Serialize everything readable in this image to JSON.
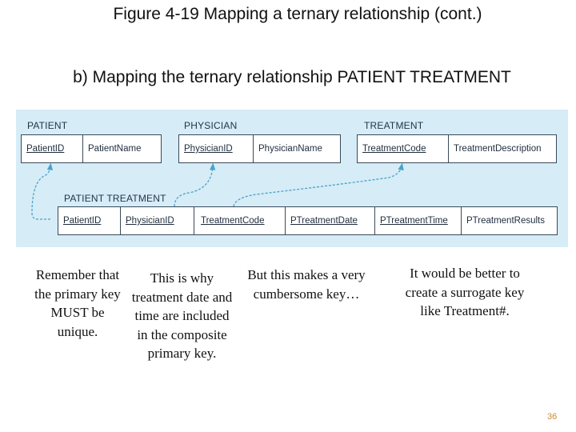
{
  "slide": {
    "title": "Figure 4-19 Mapping a ternary relationship (cont.)",
    "subtitle": "b) Mapping the ternary relationship PATIENT TREATMENT",
    "page_number": "36"
  },
  "diagram": {
    "patient": {
      "name": "PATIENT",
      "columns": [
        "PatientID",
        "PatientName"
      ]
    },
    "physician": {
      "name": "PHYSICIAN",
      "columns": [
        "PhysicianID",
        "PhysicianName"
      ]
    },
    "treatment": {
      "name": "TREATMENT",
      "columns": [
        "TreatmentCode",
        "TreatmentDescription"
      ]
    },
    "patient_treatment": {
      "name": "PATIENT TREATMENT",
      "columns": [
        "PatientID",
        "PhysicianID",
        "TreatmentCode",
        "PTreatmentDate",
        "PTreatmentTime",
        "PTreatmentResults"
      ]
    },
    "colors": {
      "panel": "#d6ecf7",
      "arrow": "#4aa3c7",
      "page_number": "#d08a2e"
    }
  },
  "notes": [
    "Remember that the primary key MUST be unique.",
    "This is why treatment date and time are included in the composite primary key.",
    "But this makes a very cumbersome key…",
    "It would be better to create a surrogate key like Treatment#."
  ]
}
